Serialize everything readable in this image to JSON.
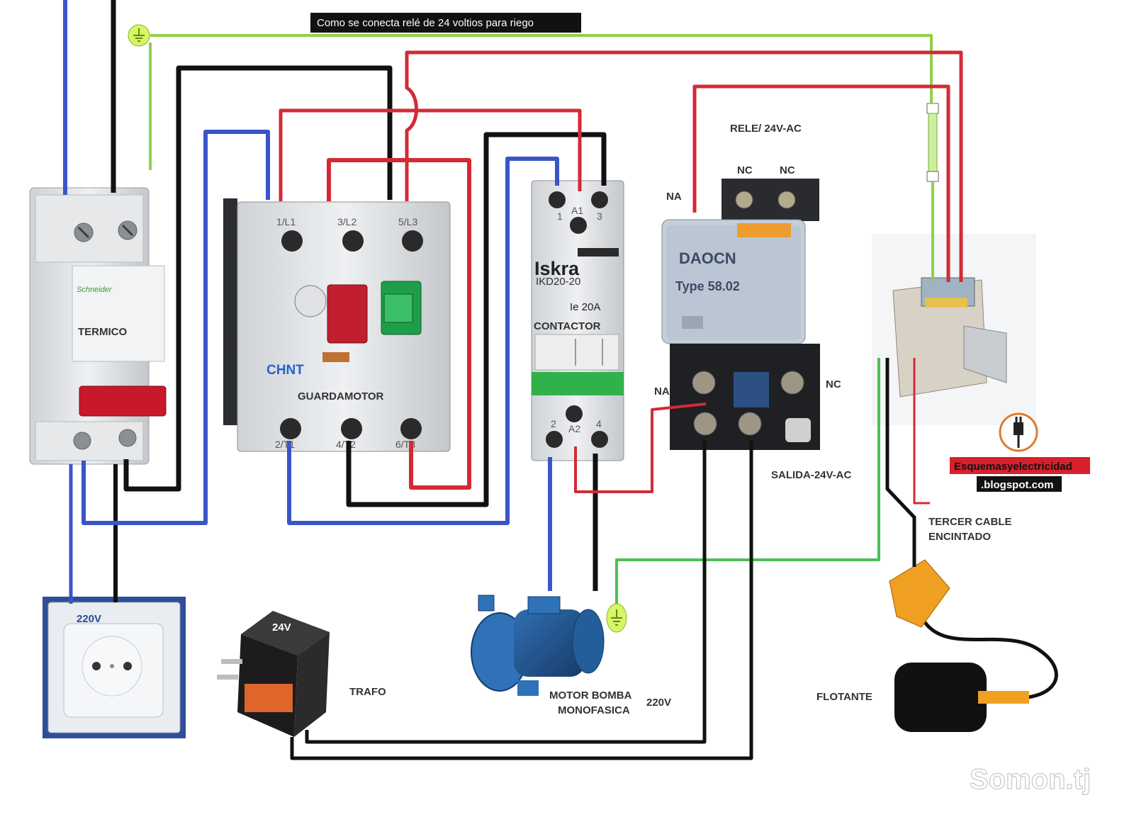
{
  "title": "Como se conecta relé de 24 voltios para riego",
  "colors": {
    "live": "#d42a36",
    "neutral": "#3a55c8",
    "black": "#111111",
    "earth": "#8fd14a",
    "title_bg": "#111111",
    "title_text": "#ffffff"
  },
  "labels": {
    "termico": "TERMICO",
    "guardamotor": "GUARDAMOTOR",
    "contactor": "CONTACTOR",
    "rele": "RELE/ 24V-AC",
    "salida": "SALIDA-24V-AC",
    "v220_outlet": "220V",
    "v24": "24V",
    "trafo": "TRAFO",
    "motor_line1": "MOTOR BOMBA",
    "motor_line2": "MONOFASICA",
    "v220_motor": "220V",
    "flotante": "FLOTANTE",
    "tercer_line1": "TERCER CABLE",
    "tercer_line2": "ENCINTADO",
    "na_top": "NA",
    "nc_top_1": "NC",
    "nc_top_2": "NC",
    "na_bottom": "NA",
    "nc_bottom": "NC"
  },
  "devices": {
    "breaker_brand": "Schneider",
    "guard_brand": "CHNT",
    "guard_terms_top": [
      "1/L1",
      "3/L2",
      "5/L3"
    ],
    "guard_terms_bottom": [
      "2/T1",
      "4/T2",
      "6/T3"
    ],
    "contactor_brand": "Iskra",
    "contactor_model": "IKD20-20",
    "contactor_rating": "Ie 20A",
    "contactor_terms_top": [
      "1",
      "A1",
      "3"
    ],
    "contactor_terms_bottom": [
      "2",
      "A2",
      "4"
    ],
    "relay_brand": "DAOCN",
    "relay_type": "Type 58.02"
  },
  "watermark": {
    "blog_line1": "Esquemasyelectricidad",
    "blog_line2": ".blogspot.com",
    "site": "Somon.tj"
  },
  "icons": [
    "earth-symbol-icon",
    "earth-symbol-icon",
    "power-plug-icon"
  ]
}
